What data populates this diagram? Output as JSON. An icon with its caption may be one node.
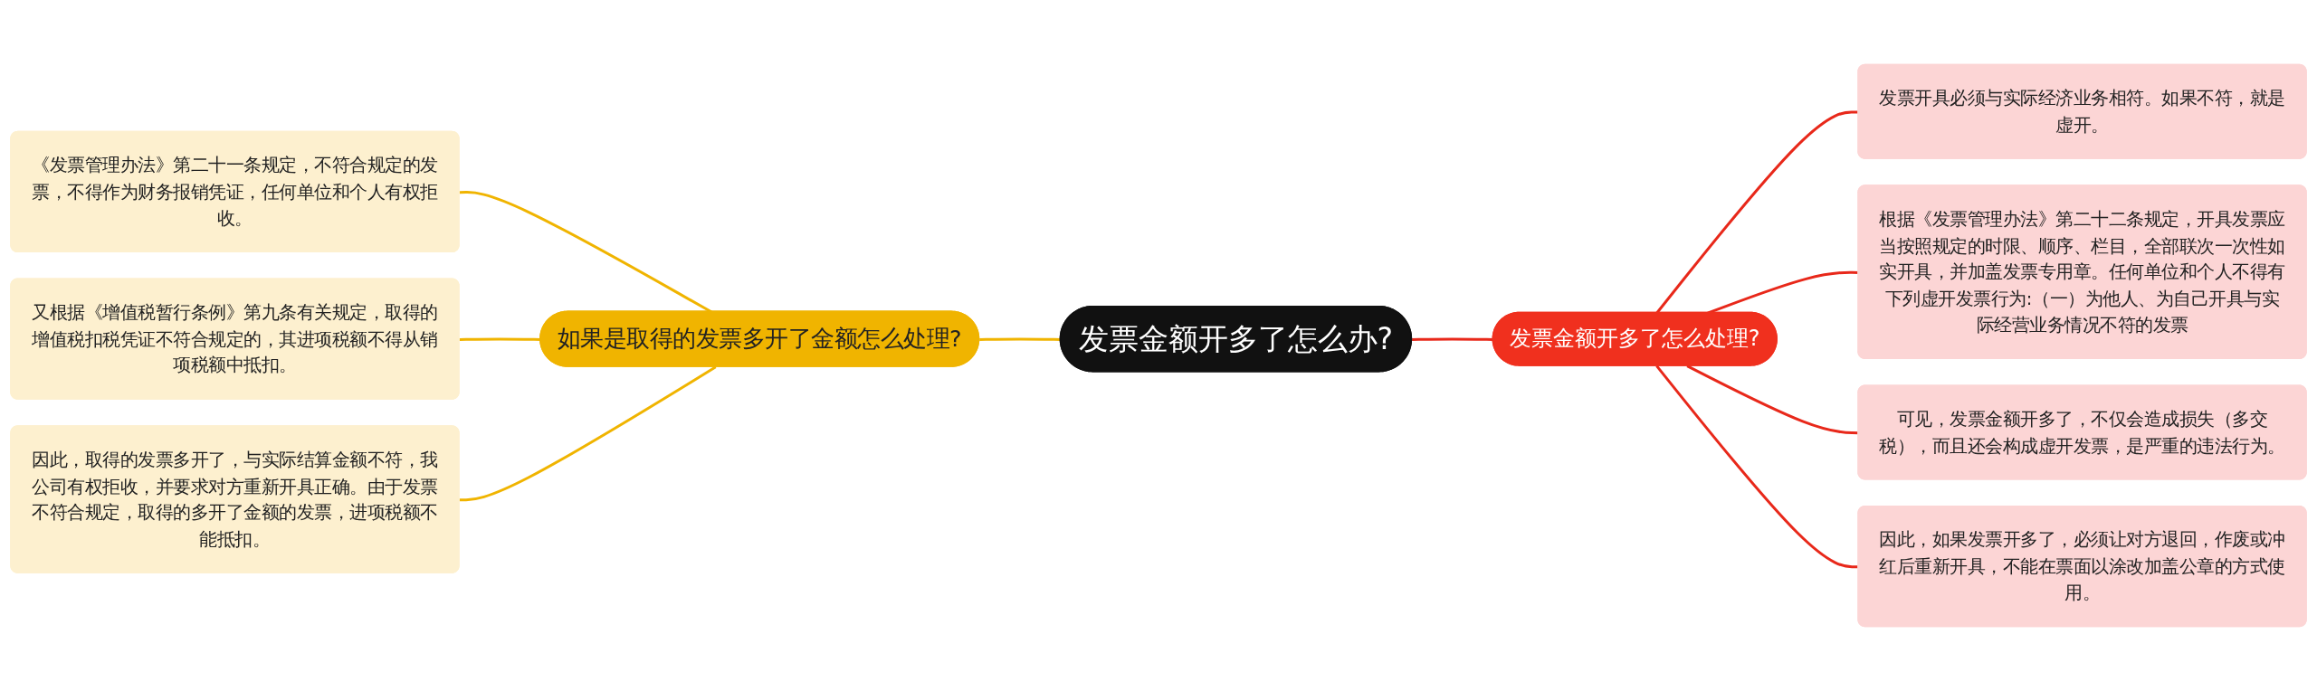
{
  "diagram": {
    "nodes": [
      {
        "text": [
          "发票金额开多了怎么办?"
        ]
      },
      {
        "text": [
          "如果是取得的发票多开了金额怎么处理?"
        ]
      },
      {
        "text": [
          "《发票管理办法》第二十一条规定，不符合规定的发票，不得作为财务报销凭证，任何单位和个人有权拒收。"
        ]
      },
      {
        "text": [
          "又根据《增值税暂行条例》第九条有关规定，取得的增值税扣税凭证不符合规定的，其进项税额不得从销项税额中抵扣。"
        ]
      },
      {
        "text": [
          "因此，取得的发票多开了，与实际结算金额不符，我公司有权拒收，并要求对方重新开具正确。由于发票不符合规定，取得的多开了金额的发票，进项税额不能抵扣。"
        ]
      },
      {
        "text": [
          "发票金额开多了怎么处理?"
        ]
      },
      {
        "text": [
          "发票开具必须与实际经济业务相符。如果不符，就是虚开。"
        ]
      },
      {
        "text": [
          "根据《发票管理办法》第二十二条规定，开具发票应当按照规定的时限、顺序、栏目，全部联次一次性如实开具，并加盖发票专用章。任何单位和个人不得有下列虚开发票行为:（一）为他人、为自己开具与实际经营业务情况不符的发票"
        ]
      },
      {
        "text": [
          "可见，发票金额开多了，不仅会造成损失（多交税），而且还会构成虚开发票，是严重的违法行为。"
        ]
      },
      {
        "text": [
          "因此，如果发票开多了，必须让对方退回，作废或冲红后重新开具，不能在票面以涂改加盖公章的方式使用。"
        ]
      }
    ],
    "edges": [
      {
        "from": 0,
        "to": 1,
        "arrow": "none",
        "color": "#f0b400"
      },
      {
        "from": 1,
        "to": 2,
        "arrow": "none",
        "color": "#f0b400"
      },
      {
        "from": 1,
        "to": 3,
        "arrow": "none",
        "color": "#f0b400"
      },
      {
        "from": 1,
        "to": 4,
        "arrow": "none",
        "color": "#f0b400"
      },
      {
        "from": 0,
        "to": 5,
        "arrow": "none"
      },
      {
        "from": 5,
        "to": 6,
        "arrow": "none"
      },
      {
        "from": 5,
        "to": 7,
        "arrow": "none"
      },
      {
        "from": 5,
        "to": 8,
        "arrow": "none"
      },
      {
        "from": 5,
        "to": 9,
        "arrow": "none"
      }
    ]
  }
}
